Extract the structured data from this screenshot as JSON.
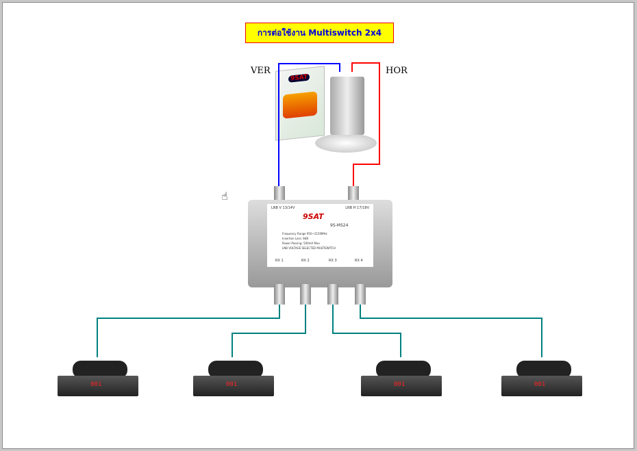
{
  "title": "การต่อใช้งาน Multiswitch 2x4",
  "labels": {
    "ver": "VER",
    "hor": "HOR"
  },
  "lnb": {
    "brand": "9SAT"
  },
  "multiswitch": {
    "brand": "9SAT",
    "model": "9S-MS24",
    "lnb_v": "LNB V 13/14V",
    "lnb_h": "LNB H 17/18V",
    "specs": [
      "Frequency Range 950~2150MHz",
      "Insertion Loss: 8dB",
      "Power Passing: 500mA Max",
      "LNB VOLTAGE SELECTED MULTISWITCH"
    ],
    "outputs": [
      "RX 1",
      "RX 2",
      "RX 3",
      "RX 4"
    ]
  },
  "receivers": [
    {
      "display": "001"
    },
    {
      "display": "001"
    },
    {
      "display": "001"
    },
    {
      "display": "001"
    }
  ],
  "colors": {
    "vertical": "#0000ff",
    "horizontal": "#ff0000",
    "receiver_cable": "#008080"
  }
}
